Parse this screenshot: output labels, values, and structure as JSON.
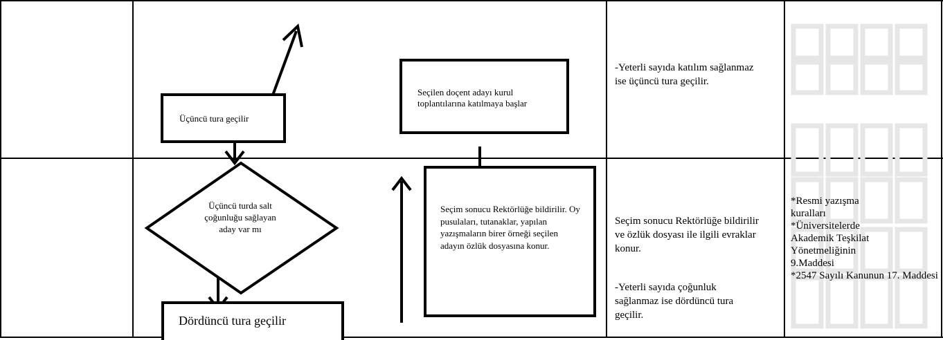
{
  "row1": {
    "flow_box_left": "Üçüncü tura  geçilir",
    "flow_box_right": "Seçilen doçent adayı kurul toplantılarına katılmaya başlar",
    "description": "-Yeterli  sayıda  katılım sağlanmaz ise  üçüncü tura geçilir."
  },
  "row2": {
    "decision": "Üçüncü  turda salt çoğunluğu sağlayan aday var mı",
    "bottom_box": "Dördüncü tura geçilir",
    "result_box": "Seçim sonucu Rektörlüğe bildirilir. Oy  pusulaları, tutanaklar,  yapılan yazışmaların birer  örneği seçilen adayın özlük dosyasına konur.",
    "description_1": "Seçim sonucu Rektörlüğe bildirilir ve özlük dosyası ile ilgili  evraklar konur.",
    "description_2": "-Yeterli sayıda  çoğunluk sağlanmaz ise dördüncü tura geçilir.",
    "references": [
      "*Resmi  yazışma kuralları",
      "*Üniversitelerde Akademik Teşkilat Yönetmeliğinin 9.Maddesi",
      "*2547 Sayılı Kanunun 17. Maddesi"
    ]
  },
  "colors": {
    "line": "#000000",
    "watermark": "#e6e6e6"
  }
}
